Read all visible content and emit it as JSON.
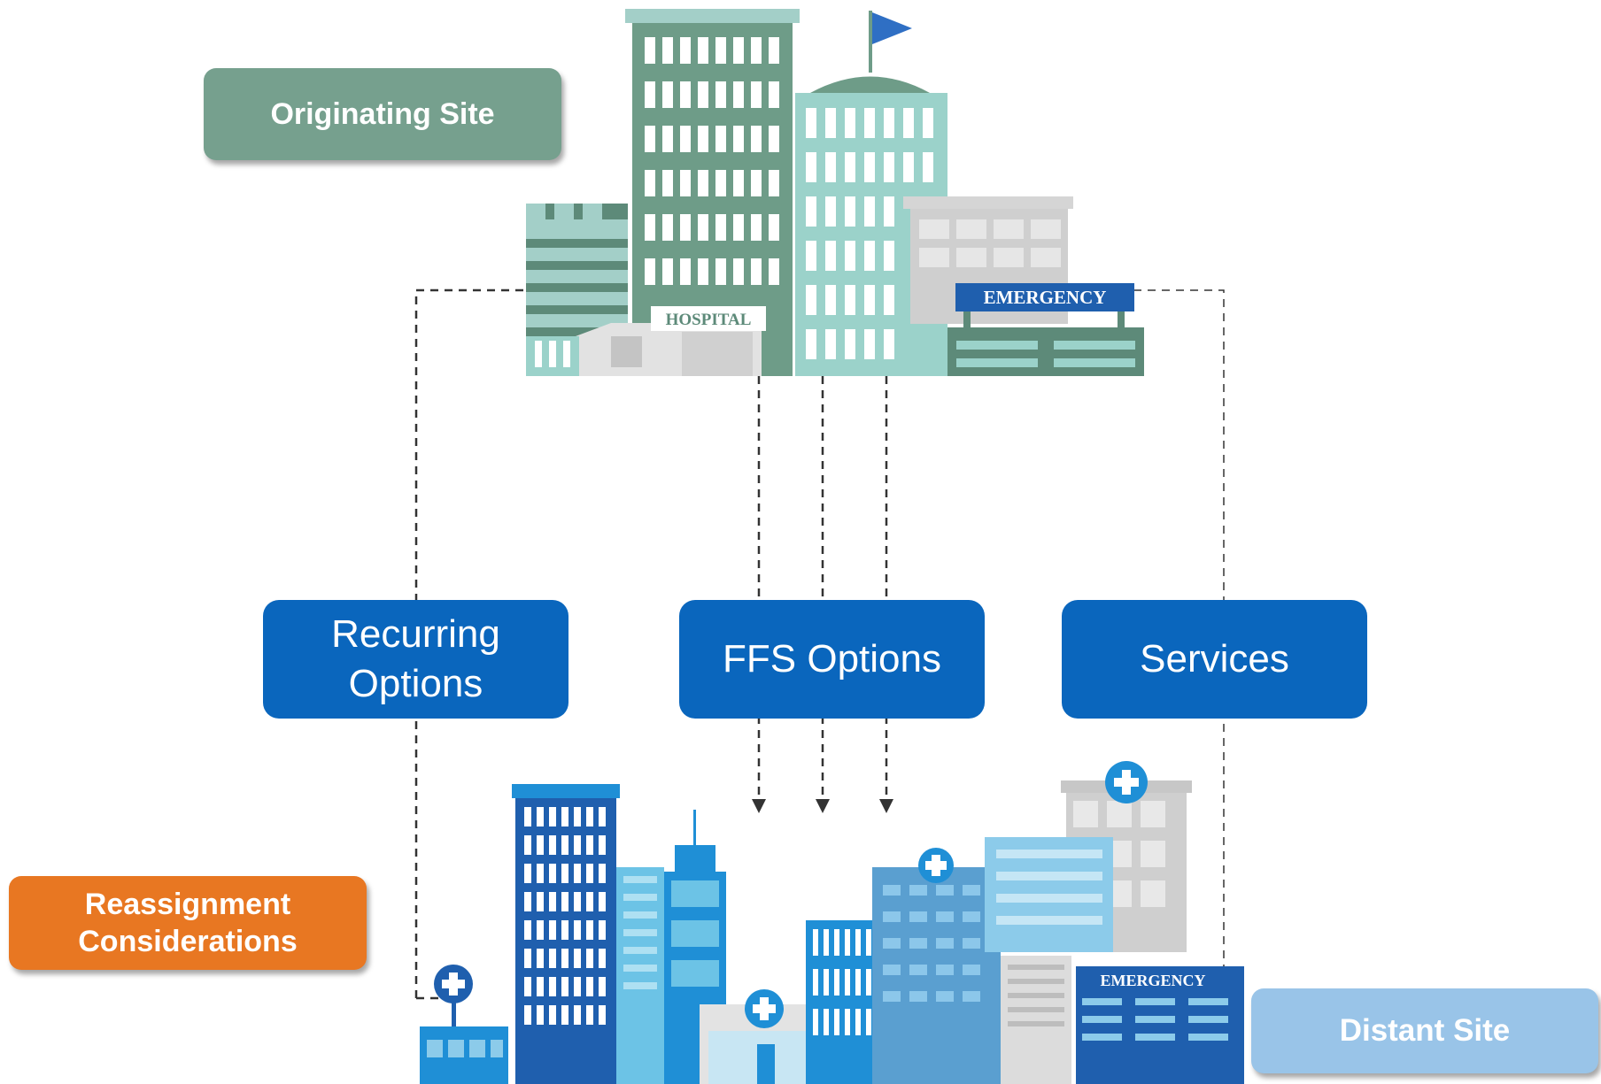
{
  "sites": {
    "originating": "Originating Site",
    "distant": "Distant Site",
    "reassignment": "Reassignment\nConsiderations"
  },
  "options": {
    "recurring": "Recurring\nOptions",
    "ffs": "FFS Options",
    "services": "Services"
  },
  "signs": {
    "hospital": "HOSPITAL",
    "emergency_top": "EMERGENCY",
    "emergency_bottom": "EMERGENCY"
  },
  "colors": {
    "green": "#76a08e",
    "orange": "#e87722",
    "light_blue": "#99c4e8",
    "dark_blue": "#0a66bd"
  }
}
